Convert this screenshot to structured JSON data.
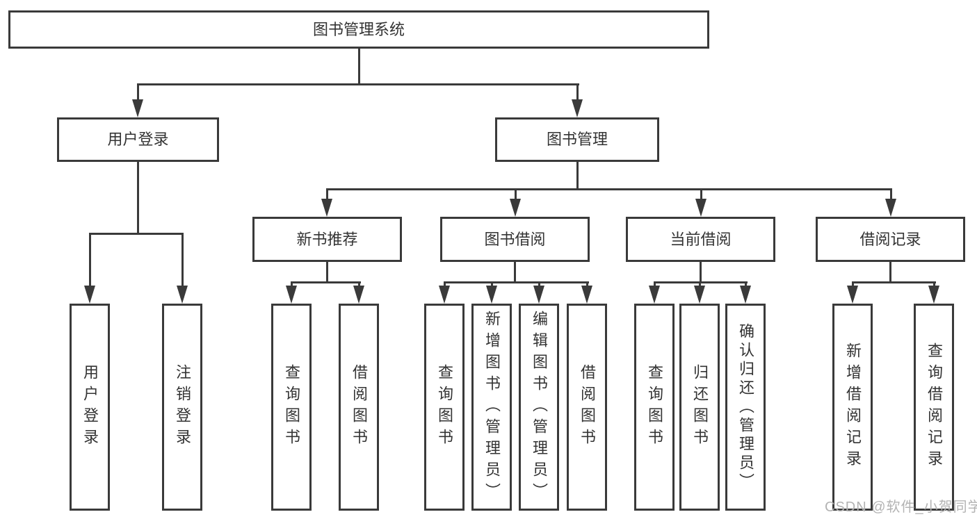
{
  "diagram": {
    "nodes": {
      "root": "图书管理系统",
      "user_login": "用户登录",
      "book_management": "图书管理",
      "new_books": "新书推荐",
      "book_borrowing": "图书借阅",
      "current_borrowing": "当前借阅",
      "borrowing_records": "借阅记录",
      "leaf_user_login": "用户登录",
      "leaf_logout": "注销登录",
      "leaf_nb_query_books": "查询图书",
      "leaf_nb_borrow_books": "借阅图书",
      "leaf_bb_query_books": "查询图书",
      "leaf_bb_add_books": "新增图书（管理员）",
      "leaf_bb_edit_books": "编辑图书（管理员）",
      "leaf_bb_borrow_books": "借阅图书",
      "leaf_cb_query_books": "查询图书",
      "leaf_cb_return_books": "归还图书",
      "leaf_cb_confirm_return": "确认归还（管理员）",
      "leaf_br_add_record": "新增借阅记录",
      "leaf_br_query_record": "查询借阅记录"
    },
    "watermark": "CSDN @软件_小贺同学",
    "colors": {
      "line": "#3a3a3a",
      "text": "#333333",
      "watermark": "#b3b3b3",
      "background": "#ffffff"
    }
  }
}
